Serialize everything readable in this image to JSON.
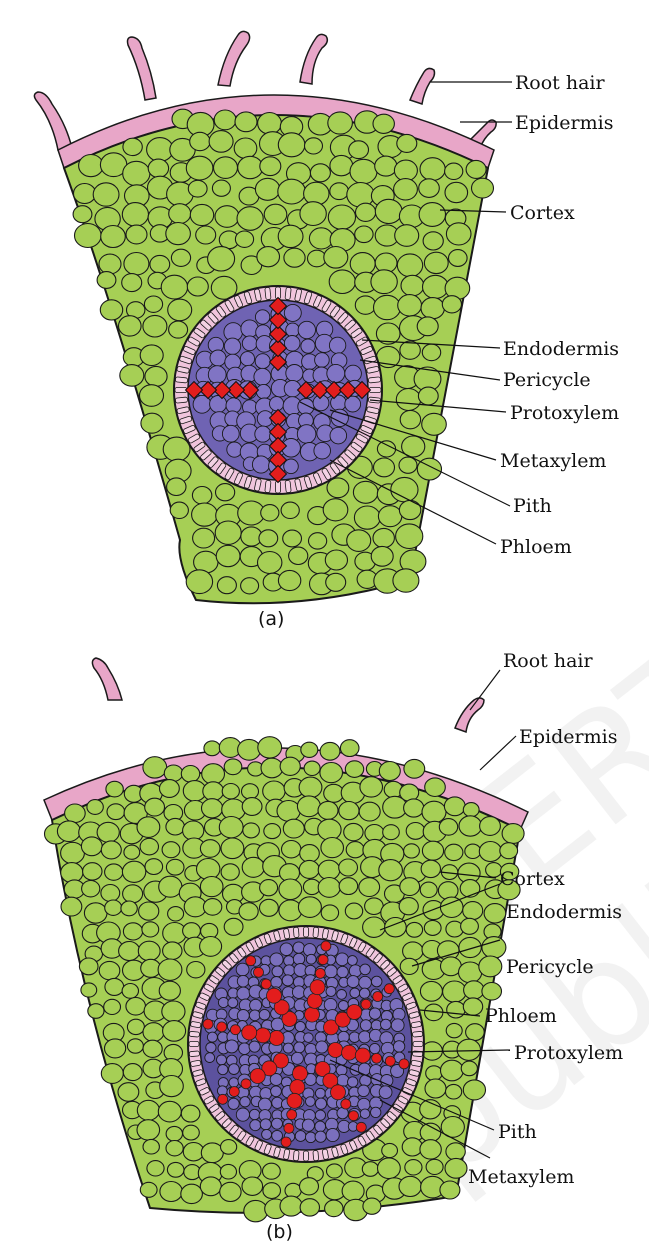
{
  "figure_a": {
    "caption": "(a)",
    "labels": [
      "Root hair",
      "Epidermis",
      "Cortex",
      "Endodermis",
      "Pericycle",
      "Protoxylem",
      "Metaxylem",
      "Pith",
      "Phloem"
    ]
  },
  "figure_b": {
    "caption": "(b)",
    "labels": [
      "Root hair",
      "Epidermis",
      "Cortex",
      "Endodermis",
      "Pericycle",
      "Phloem",
      "Protoxylem",
      "Pith",
      "Metaxylem"
    ]
  },
  "watermark": "© NCERT not to be republished",
  "colors": {
    "root_hair": "#e8a6c8",
    "epidermis": "#e8a6c8",
    "cortex": "#a6cf55",
    "stele": "#6f63b3",
    "xylem": "#e31d1d",
    "outline": "#1a1a1a"
  }
}
